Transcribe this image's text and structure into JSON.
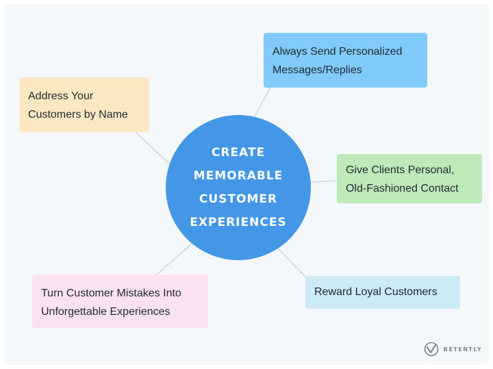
{
  "hub": {
    "lines": [
      "CREATE",
      "MEMORABLE",
      "CUSTOMER",
      "EXPERIENCES"
    ],
    "color": "#4496e6"
  },
  "nodes": {
    "address_by_name": {
      "lines": [
        "Address Your",
        "Customers by Name"
      ],
      "color": "#fbe8c3"
    },
    "personalized_messages": {
      "lines": [
        "Always Send Personalized",
        "Messages/Replies"
      ],
      "color": "#80cbfb"
    },
    "personal_contact": {
      "lines": [
        "Give Clients Personal,",
        "Old-Fashioned Contact"
      ],
      "color": "#bdeab8"
    },
    "reward_loyal": {
      "lines": [
        "Reward Loyal Customers"
      ],
      "color": "#cdebf7"
    },
    "turn_mistakes": {
      "lines": [
        "Turn Customer Mistakes Into",
        "Unforgettable Experiences"
      ],
      "color": "#fbe2f3"
    }
  },
  "brand": {
    "name": "RETENTLY"
  }
}
